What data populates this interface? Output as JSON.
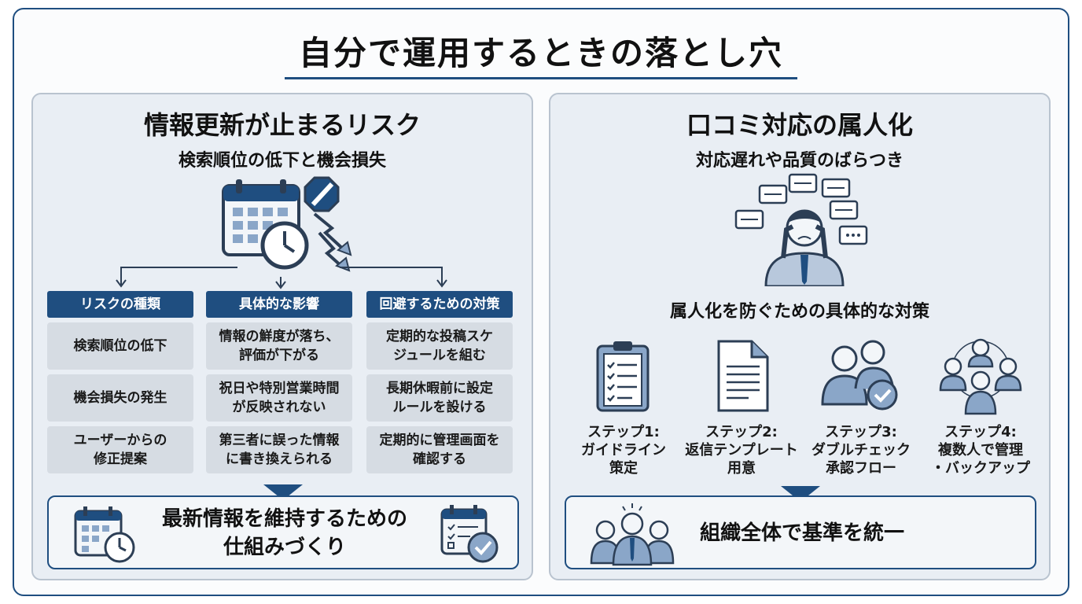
{
  "title": "自分で運用するときの落とし穴",
  "left": {
    "heading": "情報更新が止まるリスク",
    "subheading": "検索順位の低下と機会損失",
    "columns": [
      {
        "header": "リスクの種類",
        "items": [
          "検索順位の低下",
          "機会損失の発生",
          "ユーザーからの\n修正提案"
        ]
      },
      {
        "header": "具体的な影響",
        "items": [
          "情報の鮮度が落ち、\n評価が下がる",
          "祝日や特別営業時間\nが反映されない",
          "第三者に誤った情報\nに書き換えられる"
        ]
      },
      {
        "header": "回避するための対策",
        "items": [
          "定期的な投稿スケ\nジュールを組む",
          "長期休暇前に設定\nルールを設ける",
          "定期的に管理画面を\n確認する"
        ]
      }
    ],
    "callout": "最新情報を維持するための\n仕組みづくり"
  },
  "right": {
    "heading": "口コミ対応の属人化",
    "subheading": "対応遅れや品質のばらつき",
    "measures_title": "属人化を防ぐための具体的な対策",
    "steps": [
      {
        "label": "ステップ1:\nガイドライン\n策定",
        "icon": "clipboard-checklist-icon"
      },
      {
        "label": "ステップ2:\n返信テンプレート\n用意",
        "icon": "document-icon"
      },
      {
        "label": "ステップ3:\nダブルチェック\n承認フロー",
        "icon": "approval-people-icon"
      },
      {
        "label": "ステップ4:\n複数人で管理\n・バックアップ",
        "icon": "team-icon"
      }
    ],
    "callout": "組織全体で基準を統一"
  },
  "colors": {
    "navy": "#1f4e80",
    "panel": "#e9eef4",
    "cell": "#d6dce3",
    "icon_fill": "#8aa6c8"
  }
}
